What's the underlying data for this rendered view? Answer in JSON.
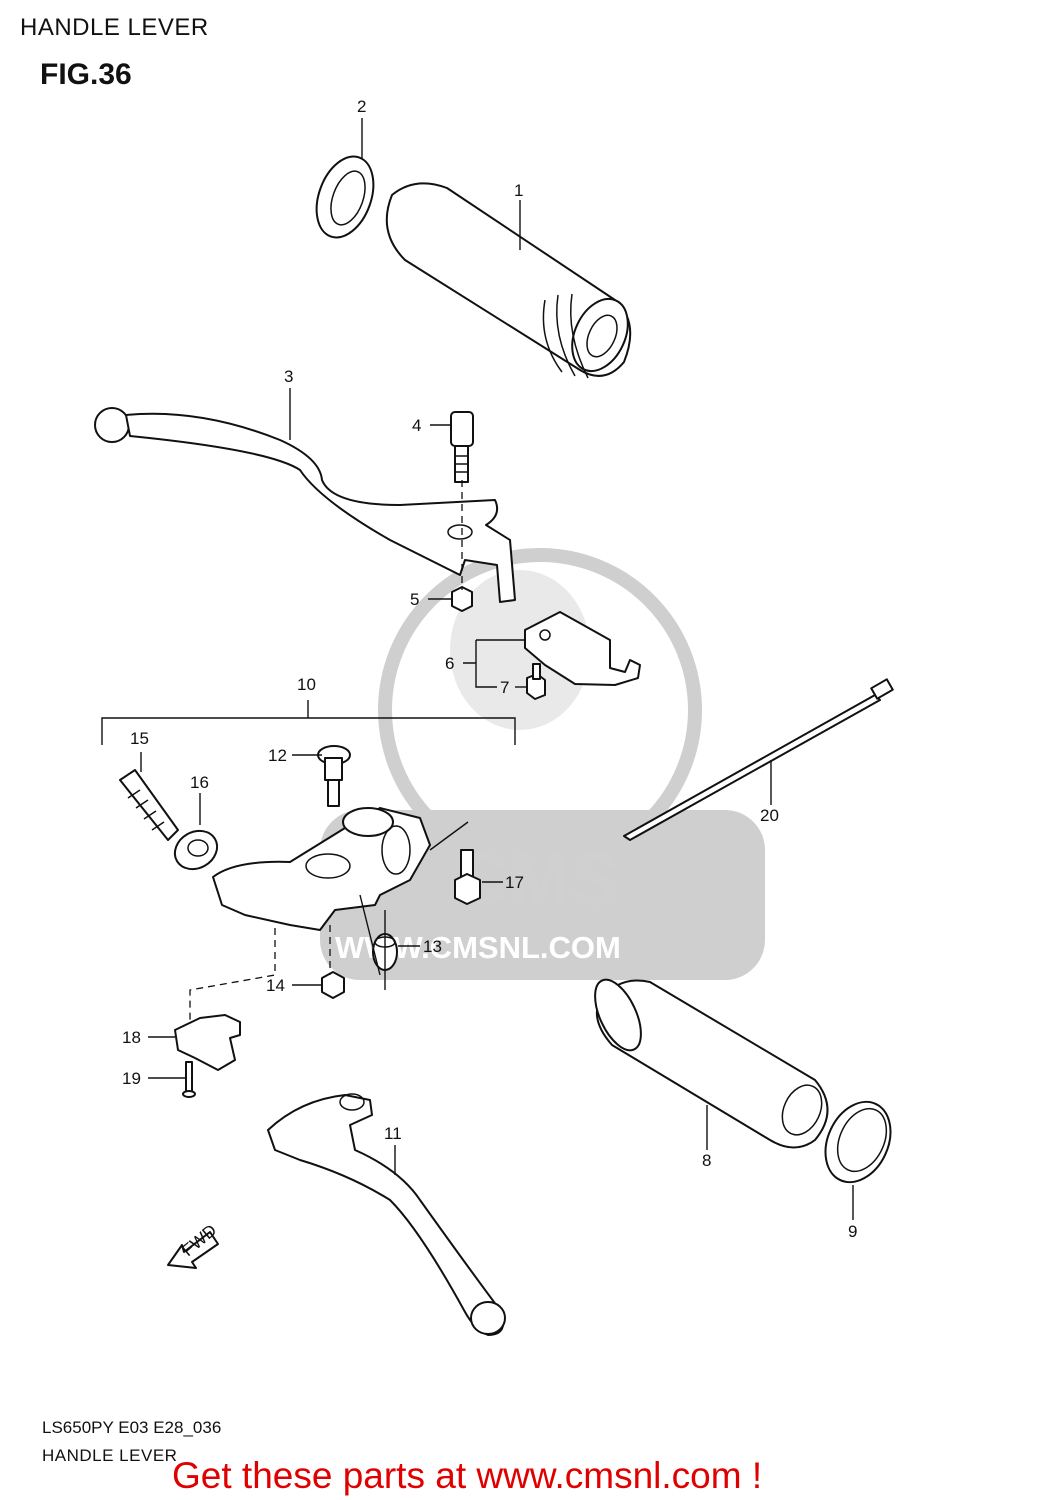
{
  "header": {
    "title": "HANDLE LEVER",
    "figure": "FIG.36"
  },
  "watermark": {
    "brand": "CMS",
    "url": "WWW.CMSNL.COM"
  },
  "direction_marker": "FWD",
  "callouts": {
    "c1": "1",
    "c2": "2",
    "c3": "3",
    "c4": "4",
    "c5": "5",
    "c6": "6",
    "c7": "7",
    "c8": "8",
    "c9": "9",
    "c10": "10",
    "c11": "11",
    "c12": "12",
    "c13": "13",
    "c14": "14",
    "c15": "15",
    "c16": "16",
    "c17": "17",
    "c18": "18",
    "c19": "19",
    "c20": "20"
  },
  "footer": {
    "model_code": "LS650PY E03 E28_036",
    "section_name": "HANDLE LEVER",
    "promo": "Get these parts at www.cmsnl.com !"
  },
  "colors": {
    "promo": "#e00000",
    "watermark": "#cfcfcf",
    "line": "#111111"
  }
}
